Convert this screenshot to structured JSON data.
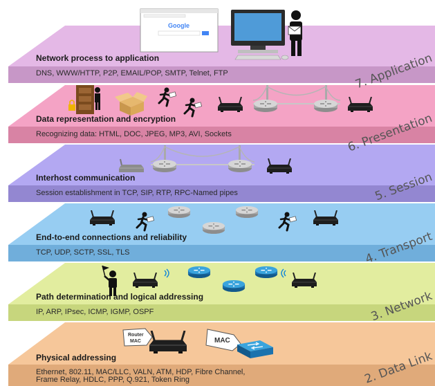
{
  "layers": [
    {
      "id": "application",
      "number_label": "7. Application",
      "title": "Network process to application",
      "protocols": [
        "DNS, WWW/HTTP, P2P, EMAIL/POP, SMTP, Telnet, FTP"
      ],
      "colors": {
        "top": "#e4b8e6",
        "front": "#c797c7"
      }
    },
    {
      "id": "presentation",
      "number_label": "6. Presentation",
      "title": "Data representation and encryption",
      "protocols": [
        "Recognizing data: HTML, DOC, JPEG, MP3, AVI, Sockets"
      ],
      "colors": {
        "top": "#f4a3c5",
        "front": "#d883a4"
      }
    },
    {
      "id": "session",
      "number_label": "5. Session",
      "title": "Interhost communication",
      "protocols": [
        "Session establishment in TCP, SIP, RTP, RPC-Named pipes"
      ],
      "colors": {
        "top": "#b3a8f2",
        "front": "#9387d1"
      }
    },
    {
      "id": "transport",
      "number_label": "4. Transport",
      "title": "End-to-end connections and reliability",
      "protocols": [
        "TCP, UDP, SCTP, SSL, TLS"
      ],
      "colors": {
        "top": "#97cdf2",
        "front": "#70aedb"
      }
    },
    {
      "id": "network",
      "number_label": "3. Network",
      "title": "Path determination and logical addressing",
      "protocols": [
        "IP, ARP, IPsec, ICMP, IGMP, OSPF"
      ],
      "colors": {
        "top": "#e2ed9f",
        "front": "#c7d67d"
      }
    },
    {
      "id": "datalink",
      "number_label": "2. Data Link",
      "title": "Physical addressing",
      "protocols": [
        "Ethernet, 802.11, MAC/LLC, VALN, ATM, HDP, Fibre Channel,",
        "Frame Relay, HDLC, PPP, Q.921, Token Ring"
      ],
      "colors": {
        "top": "#f6c79a",
        "front": "#e0aa7a"
      }
    }
  ],
  "illustrations": {
    "browser_logo_text": "Google",
    "router_tag": [
      "Router",
      "MAC"
    ],
    "mac_tag": "MAC"
  }
}
